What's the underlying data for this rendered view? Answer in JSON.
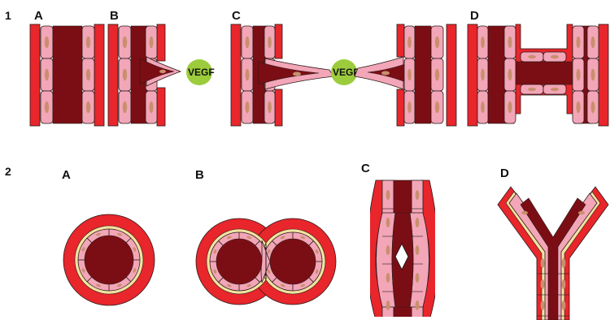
{
  "rows": [
    {
      "number": "1",
      "panels": [
        "A",
        "B",
        "C",
        "D"
      ]
    },
    {
      "number": "2",
      "panels": [
        "A",
        "B",
        "C",
        "D"
      ]
    }
  ],
  "vegf_label": "VEGF",
  "colors": {
    "outer_wall": "#e8262b",
    "lumen": "#7b0e14",
    "endothelium": "#f3a6b8",
    "nucleus": "#c98f6e",
    "basement": "#f2e2a0",
    "vegf": "#9ccc3c",
    "outline": "#2a1a1a"
  }
}
